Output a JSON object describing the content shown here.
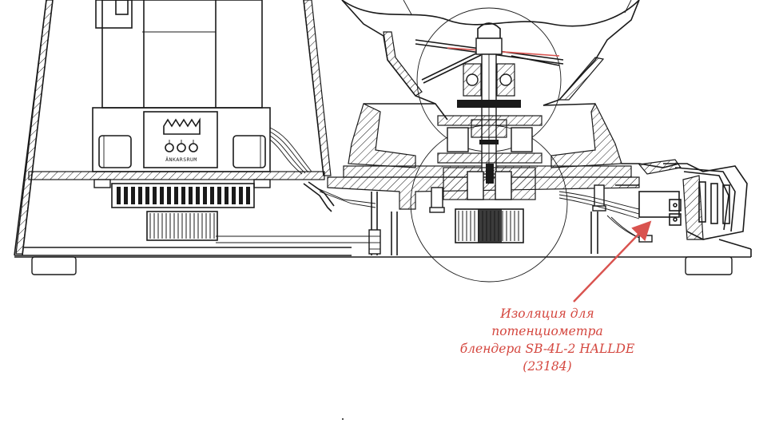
{
  "callout": {
    "lines": [
      "Изоляция для",
      "потенциометра",
      "блендера SB-4L-2 HALLDE",
      "(23184)"
    ],
    "color": "#d4463e"
  },
  "motor_label": "ÄNKARSRUM",
  "colors": {
    "line": "#1a1a1a",
    "accent": "#d4463e",
    "background": "#ffffff"
  }
}
